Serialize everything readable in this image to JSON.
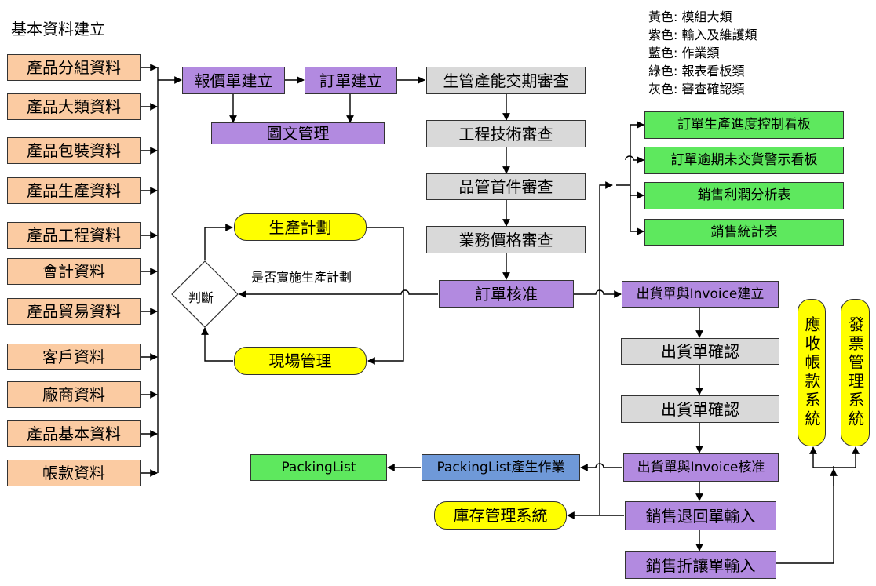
{
  "title": "基本資料建立",
  "legend": [
    "黃色: 模組大類",
    "紫色: 輸入及維護類",
    "藍色: 作業類",
    "綠色: 報表看板類",
    "灰色: 審查確認類"
  ],
  "master_data": [
    "產品分組資料",
    "產品大類資料",
    "產品包裝資料",
    "產品生產資料",
    "產品工程資料",
    "會計資料",
    "產品貿易資料",
    "客戶資料",
    "廠商資料",
    "產品基本資料",
    "帳款資料"
  ],
  "flow": {
    "quote": "報價單建立",
    "order": "訂單建立",
    "graphic_mgmt": "圖文管理",
    "capacity_review": "生管產能交期審查",
    "engineering_review": "工程技術審查",
    "first_article_review": "品管首件審查",
    "price_review": "業務價格審查",
    "order_approve": "訂單核准",
    "production_plan": "生產計劃",
    "site_mgmt": "現場管理",
    "decision": "判斷",
    "decision_label": "是否實施生產計劃",
    "shipping_invoice_create": "出貨單與Invoice建立",
    "shipping_confirm_1": "出貨單確認",
    "shipping_confirm_2": "出貨單確認",
    "shipping_invoice_approve": "出貨單與Invoice核准",
    "packinglist_job": "PackingList產生作業",
    "packinglist": "PackingList",
    "sales_return": "銷售退回單輸入",
    "sales_discount": "銷售折讓單輸入",
    "inventory_system": "庫存管理系統",
    "ar_system": "應收帳款系統",
    "invoice_system": "發票管理系統"
  },
  "reports": [
    "訂單生產進度控制看板",
    "訂單逾期未交貨警示看板",
    "銷售利潤分析表",
    "銷售統計表"
  ],
  "colors": {
    "master": "#fbcba2",
    "input": "#b28ae0",
    "review": "#d9d9d9",
    "report": "#5ee85e",
    "job": "#6f99d8",
    "module": "#ffff00"
  }
}
